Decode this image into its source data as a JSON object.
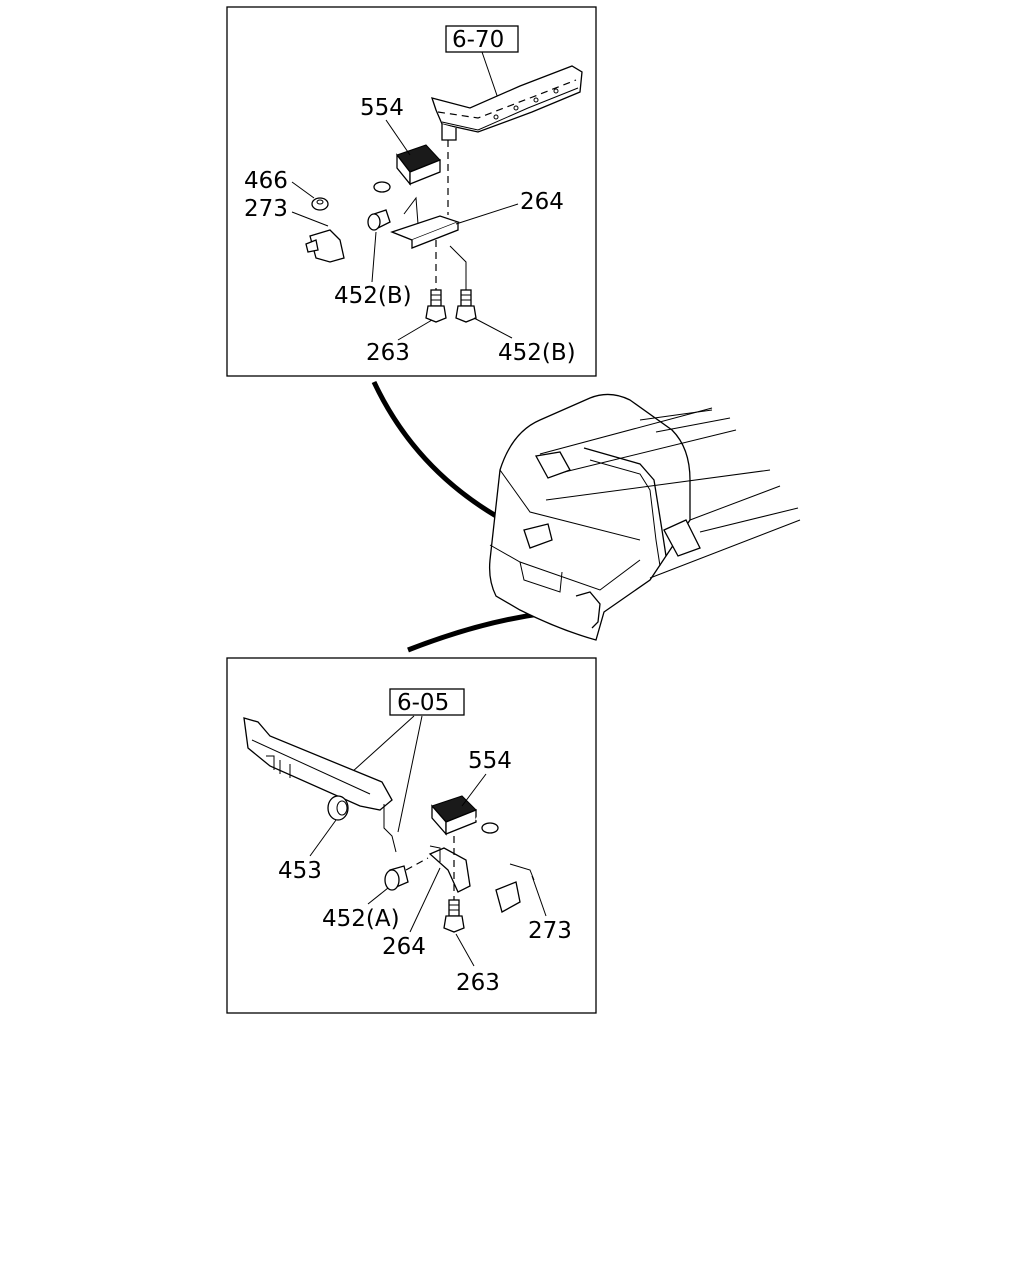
{
  "top_panel": {
    "ref_box": "6-70",
    "labels": {
      "p554": "554",
      "p466": "466",
      "p273": "273",
      "p264": "264",
      "p452b_left": "452(B)",
      "p263": "263",
      "p452b_right": "452(B)"
    }
  },
  "bottom_panel": {
    "ref_box": "6-05",
    "labels": {
      "p554": "554",
      "p453": "453",
      "p452a": "452(A)",
      "p264": "264",
      "p263": "263",
      "p273": "273"
    }
  }
}
